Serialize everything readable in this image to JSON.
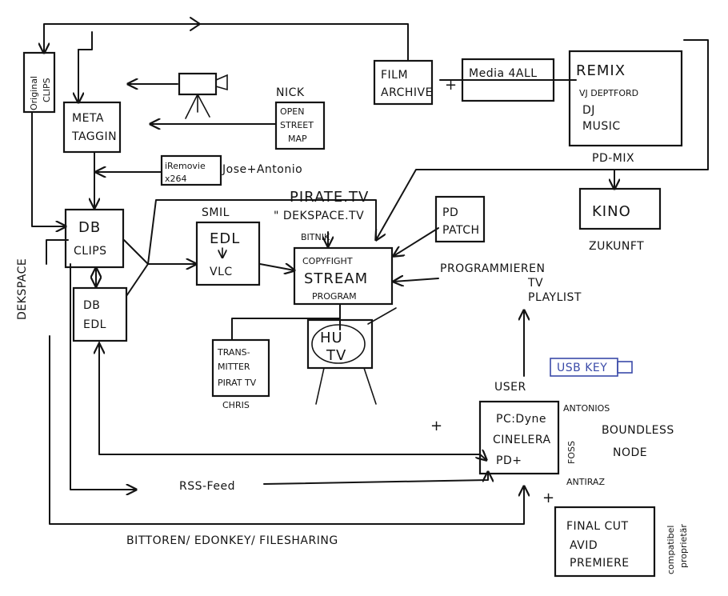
{
  "nodes": {
    "original_clips": [
      "Original",
      "CLIPS"
    ],
    "meta_tagging": [
      "META",
      "TAGGIN"
    ],
    "film_archive": [
      "FILM",
      "ARCHIVE"
    ],
    "media4all": "Media 4ALL",
    "remix": [
      "REMIX",
      "VJ  DEPTFORD",
      "DJ",
      "MUSIC"
    ],
    "nick": "NICK",
    "open_street_map": [
      "OPEN",
      "STREET",
      "MAP"
    ],
    "iremovie": [
      "iRemovie",
      "x264"
    ],
    "jose_antonio": "Jose+Antonio",
    "pd_mix": "PD-MIX",
    "kino": "KINO",
    "zukunft": "ZUKUNFT",
    "pirate_tv": "PIRATE.TV",
    "deckspace_tv": "\" DEKSPACE.TV",
    "bitnik": "BITNIK",
    "pd_patch": [
      "PD",
      "PATCH"
    ],
    "smil": "SMIL",
    "edl_vlc": [
      "EDL",
      "VLC"
    ],
    "db_clips": [
      "DB",
      "CLIPS"
    ],
    "db_edl": [
      "DB",
      "EDL"
    ],
    "copyfight": [
      "COPYFIGHT",
      "STREAM",
      "PROGRAM"
    ],
    "programmieren": [
      "PROGRAMMIEREN",
      "TV",
      "PLAYLIST"
    ],
    "hu_tv": [
      "HU",
      "TV"
    ],
    "transmitter": [
      "TRANS-",
      "MITTER",
      "PIRAT TV"
    ],
    "chris": "CHRIS",
    "usb_key": "USB KEY",
    "user": "USER",
    "pc": [
      "PC:Dyne",
      "CINELERA",
      "PD+"
    ],
    "antonios": "ANTONIOS",
    "boundless": [
      "BOUNDLESS",
      "NODE"
    ],
    "foss": "FOSS",
    "antiraz": "ANTIRAZ",
    "deckspace": "DEKSPACE",
    "rss_feed": "RSS-Feed",
    "bittorrent": "BITTOREN/ EDONKEY/ FILESHARING",
    "final_cut": [
      "FINAL CUT",
      "AVID",
      "PREMIERE"
    ],
    "compatible": [
      "compatibel",
      "proprietär"
    ],
    "plus_1": "+",
    "plus_2": "+",
    "plus_3": "+"
  }
}
